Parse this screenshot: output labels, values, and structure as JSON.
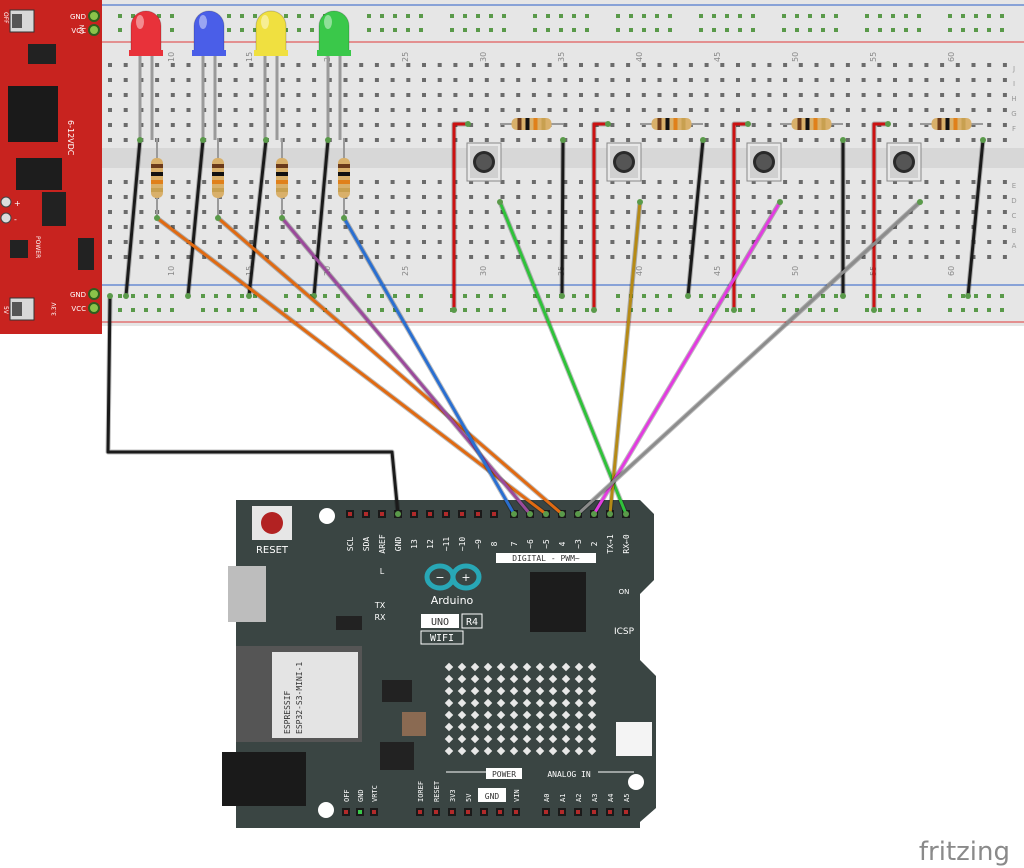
{
  "colors": {
    "power_board": "#c8231f",
    "breadboard": "#e6e6e6",
    "rail_red": "#e03a3a",
    "rail_blue": "#2a5fc8",
    "hole": "#5a9a4a",
    "arduino": "#3a4543",
    "wire_black": "#1a1a1a",
    "wire_red": "#cc1111",
    "wire_orange": "#e06a12",
    "wire_purple": "#9b4a9b",
    "wire_blue": "#2a6fd1",
    "wire_green": "#2fc23a",
    "wire_olive": "#b58a16",
    "wire_magenta": "#e23ce0",
    "wire_gray": "#8c8c8c"
  },
  "power_module": {
    "labels": [
      "GND",
      "VCC",
      "GND",
      "VCC"
    ],
    "switch_labels": [
      "OFF",
      "ON",
      "5V",
      "3.3V"
    ],
    "input_label": "6-12VDC",
    "power_label": "POWER",
    "plus_label": "+",
    "minus_label": "-"
  },
  "breadboard": {
    "column_numbers_top": [
      "10",
      "15",
      "20",
      "25",
      "30",
      "35",
      "40",
      "45",
      "50",
      "55",
      "60"
    ],
    "column_numbers_bottom": [
      "10",
      "15",
      "20",
      "25",
      "30",
      "35",
      "40",
      "45",
      "50",
      "55",
      "60"
    ],
    "row_letters": [
      "J",
      "I",
      "H",
      "G",
      "F",
      "E",
      "D",
      "C",
      "B",
      "A"
    ]
  },
  "components": {
    "leds": [
      {
        "name": "red",
        "color": "#e8323a"
      },
      {
        "name": "blue",
        "color": "#4a5ee8"
      },
      {
        "name": "yellow",
        "color": "#f0e040"
      },
      {
        "name": "green",
        "color": "#3ac84a"
      }
    ],
    "buttons": 4,
    "resistors_led": 4,
    "resistors_button": 4
  },
  "arduino": {
    "reset_label": "RESET",
    "brand": "Arduino",
    "model": "UNO",
    "revision": "R4",
    "variant": "WIFI",
    "module_vendor": "ESPRESSIF",
    "module_name": "ESP32-S3-MINI-1",
    "digital_label": "DIGITAL - PWM~",
    "icsp_label": "ICSP",
    "on_label": "ON",
    "l_label": "L",
    "tx_label": "TX",
    "rx_label": "RX",
    "power_label": "POWER",
    "analog_label": "ANALOG IN",
    "header_top": [
      "SCL",
      "SDA",
      "AREF",
      "GND",
      "13",
      "12",
      "~11",
      "~10",
      "~9",
      "8",
      "7",
      "~6",
      "~5",
      "4",
      "~3",
      "2",
      "TX→1",
      "RX←0"
    ],
    "header_power": [
      "IOREF",
      "RESET",
      "3V3",
      "5V",
      "GND",
      "GND",
      "VIN"
    ],
    "header_analog": [
      "A0",
      "A1",
      "A2",
      "A3",
      "A4",
      "A5"
    ],
    "misc_left": [
      "OFF",
      "GND",
      "VRTC"
    ]
  },
  "watermark": "fritzing"
}
